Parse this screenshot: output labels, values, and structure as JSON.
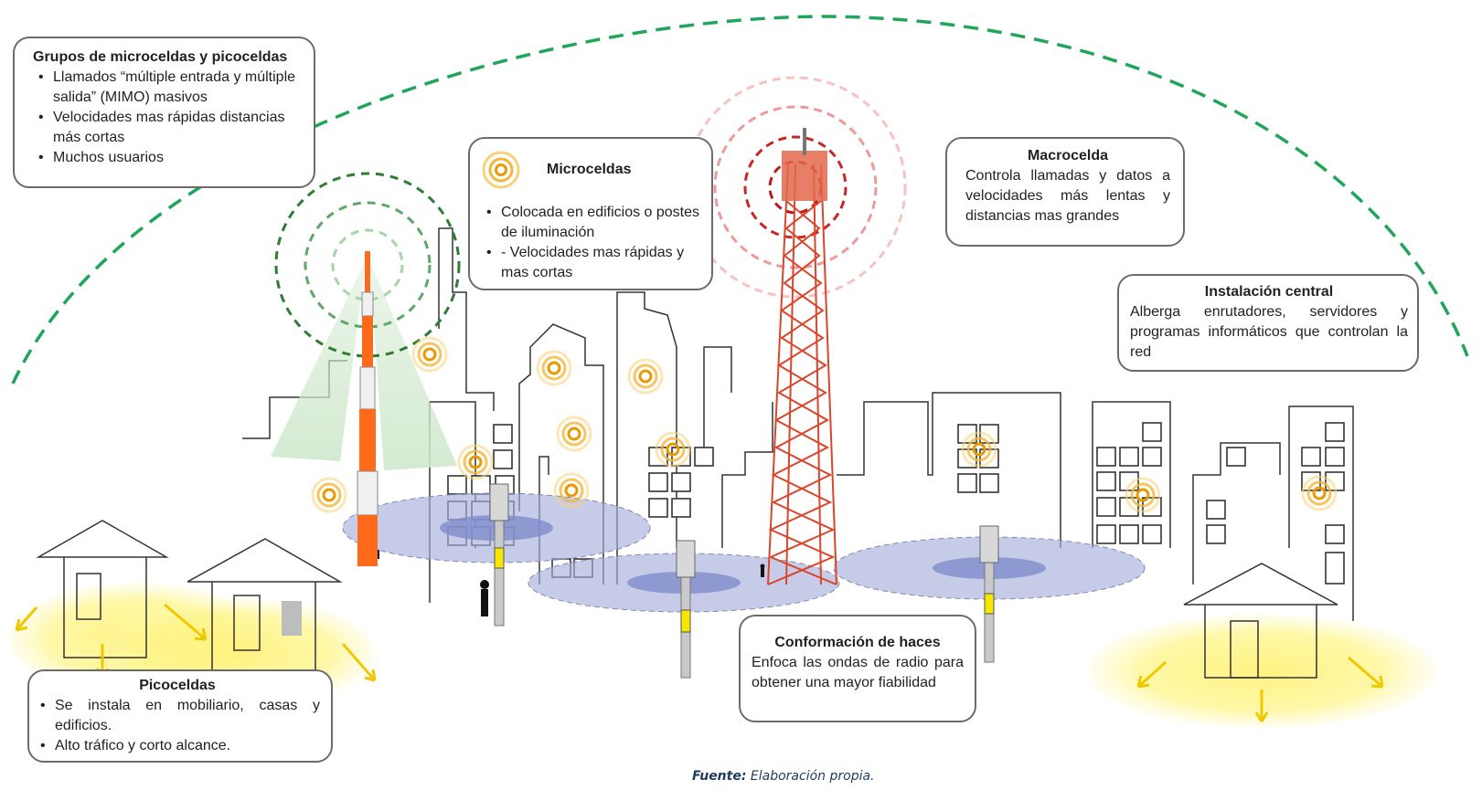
{
  "boxes": {
    "grupos": {
      "title": "Grupos de microceldas y picoceldas",
      "items": [
        "Llamados “múltiple entrada y múltiple salida” (MIMO) masivos",
        "Velocidades mas rápidas distancias más cortas",
        "Muchos usuarios"
      ]
    },
    "microceldas": {
      "title": "Microceldas",
      "items": [
        "Colocada en edificios o postes de iluminación",
        "- Velocidades mas rápidas y mas cortas"
      ]
    },
    "macrocelda": {
      "title": "Macrocelda",
      "text": "Controla llamadas y datos a velocidades más lentas y distancias mas grandes"
    },
    "instalacion": {
      "title": "Instalación central",
      "text": "Alberga enrutadores, servidores y programas informáticos que controlan la red"
    },
    "conformacion": {
      "title": "Conformación de haces",
      "text": "Enfoca las ondas de radio para obtener una mayor fiabilidad"
    },
    "picoceldas": {
      "title": "Picoceldas",
      "items": [
        "Se instala en mobiliario, casas y edificios.",
        "Alto tráfico y corto alcance."
      ]
    }
  },
  "caption": {
    "label": "Fuente:",
    "text": "Elaboración propia."
  },
  "colors": {
    "green_dash": "#1fa65a",
    "dark_green": "#2e7d32",
    "orange": "#ff6a1a",
    "red_tower": "#d9462b",
    "coverage_blue": "#9fa9d8",
    "yellow_glow": "#fff07a",
    "microcell_orange": "#f0a000"
  }
}
